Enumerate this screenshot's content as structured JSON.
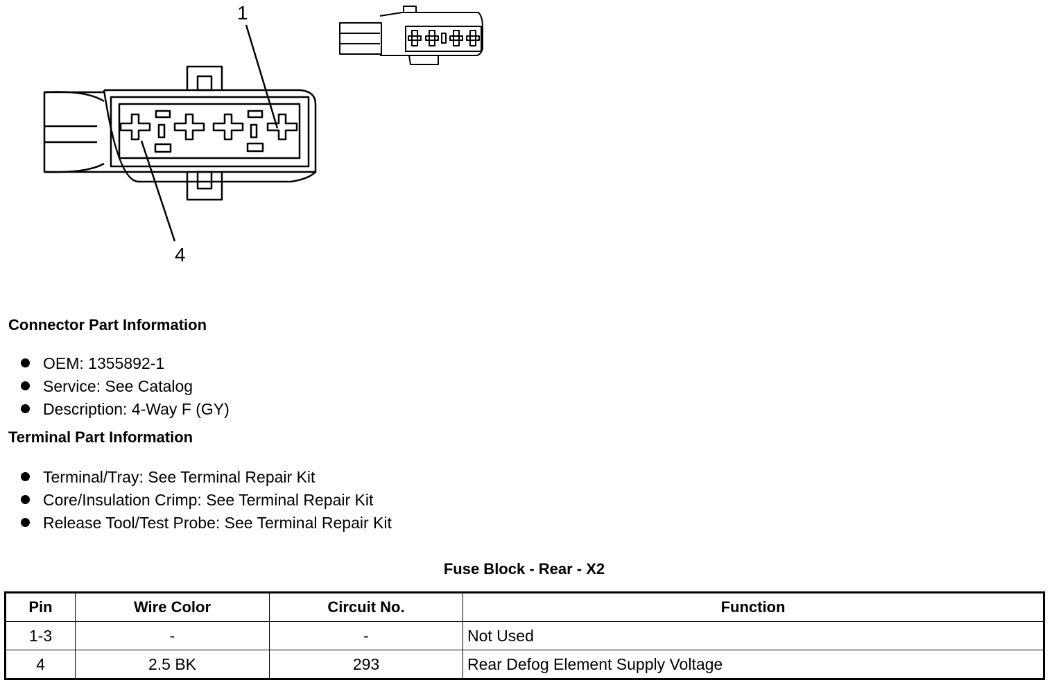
{
  "diagram": {
    "callouts": [
      "1",
      "4"
    ]
  },
  "connector_info": {
    "heading": "Connector Part Information",
    "items": [
      "OEM: 1355892-1",
      "Service: See Catalog",
      "Description: 4-Way F (GY)"
    ]
  },
  "terminal_info": {
    "heading": "Terminal Part Information",
    "items": [
      "Terminal/Tray: See Terminal Repair Kit",
      "Core/Insulation Crimp: See Terminal Repair Kit",
      "Release Tool/Test Probe: See Terminal Repair Kit"
    ]
  },
  "table": {
    "title": "Fuse Block - Rear - X2",
    "headers": [
      "Pin",
      "Wire Color",
      "Circuit No.",
      "Function"
    ],
    "rows": [
      [
        "1-3",
        "-",
        "-",
        "Not Used"
      ],
      [
        "4",
        "2.5 BK",
        "293",
        "Rear Defog Element Supply Voltage"
      ]
    ]
  }
}
